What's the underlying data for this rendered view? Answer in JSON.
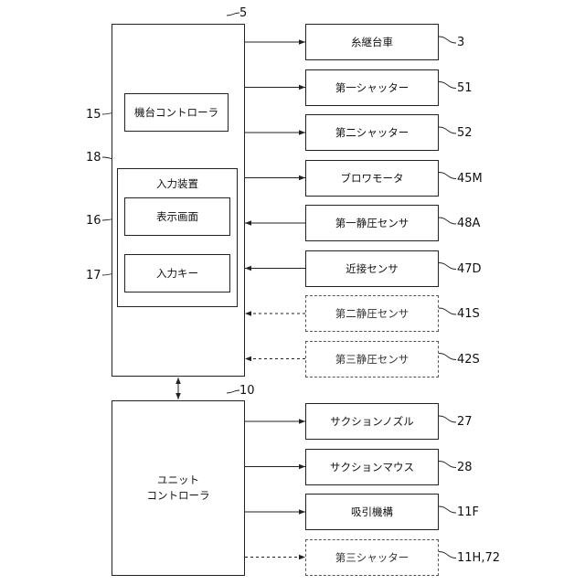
{
  "main_controller": {
    "ref": "5",
    "machine_controller": {
      "label": "機台コントローラ",
      "ref": "15"
    },
    "input_device": {
      "label": "入力装置",
      "ref": "18",
      "display": {
        "label": "表示画面",
        "ref": "16"
      },
      "keys": {
        "label": "入力キー",
        "ref": "17"
      }
    }
  },
  "unit_controller": {
    "label": "ユニット\nコントローラ",
    "ref": "10"
  },
  "upper_outputs": [
    {
      "label": "糸継台車",
      "ref": "3",
      "style": "solid",
      "direction": "out"
    },
    {
      "label": "第一シャッター",
      "ref": "51",
      "style": "solid",
      "direction": "out"
    },
    {
      "label": "第二シャッター",
      "ref": "52",
      "style": "solid",
      "direction": "out"
    },
    {
      "label": "ブロワモータ",
      "ref": "45M",
      "style": "solid",
      "direction": "out"
    },
    {
      "label": "第一静圧センサ",
      "ref": "48A",
      "style": "solid",
      "direction": "in"
    },
    {
      "label": "近接センサ",
      "ref": "47D",
      "style": "solid",
      "direction": "in"
    },
    {
      "label": "第二静圧センサ",
      "ref": "41S",
      "style": "dashed",
      "direction": "in"
    },
    {
      "label": "第三静圧センサ",
      "ref": "42S",
      "style": "dashed",
      "direction": "in"
    }
  ],
  "lower_outputs": [
    {
      "label": "サクションノズル",
      "ref": "27",
      "style": "solid",
      "direction": "out"
    },
    {
      "label": "サクションマウス",
      "ref": "28",
      "style": "solid",
      "direction": "out"
    },
    {
      "label": "吸引機構",
      "ref": "11F",
      "style": "solid",
      "direction": "out"
    },
    {
      "label": "第三シャッター",
      "ref": "11H,72",
      "style": "dashed",
      "direction": "out"
    }
  ]
}
